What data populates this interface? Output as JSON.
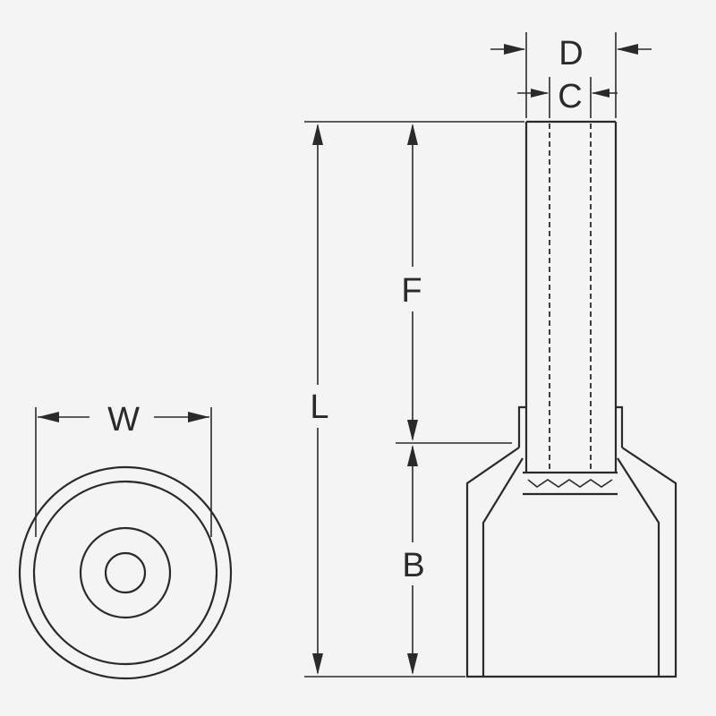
{
  "diagram": {
    "labels": {
      "d": "D",
      "c": "C",
      "f": "F",
      "l": "L",
      "b": "B",
      "w": "W"
    },
    "colors": {
      "line": "#2a2a2a",
      "background": "#f4f4f4"
    }
  }
}
